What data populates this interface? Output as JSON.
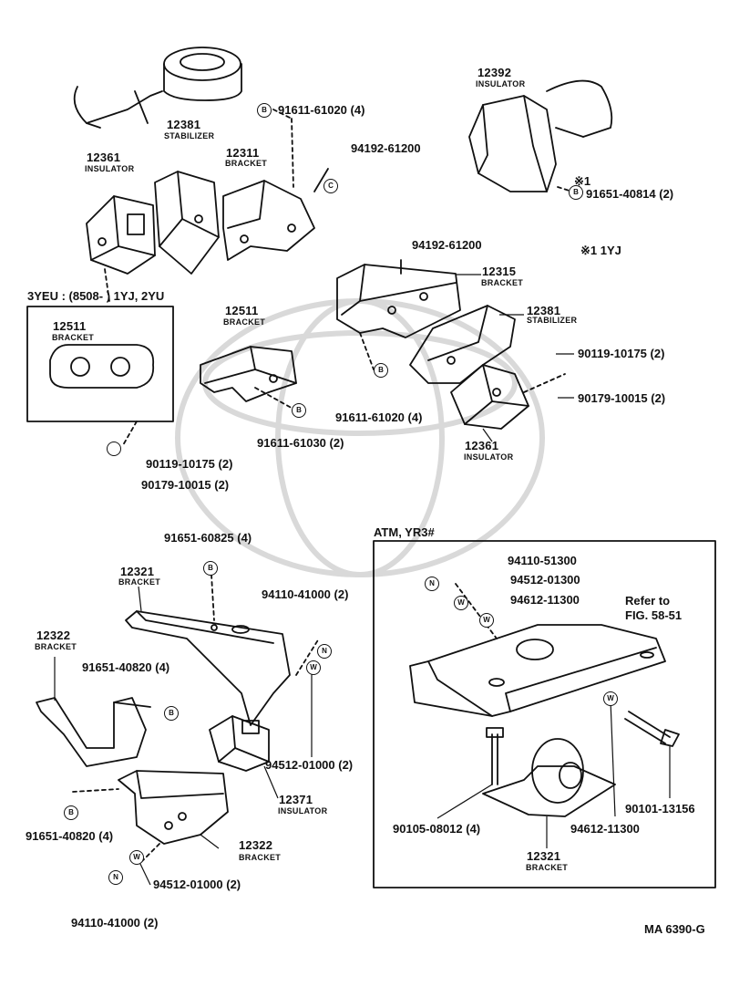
{
  "figure_code": "MA 6390-G",
  "watermark": "Toyota emblem watermark",
  "sections": {
    "variant_box": "3YEU : (8508-       ) 1YJ, 2YU",
    "star_note": "※1",
    "engine_1yj": "※1 1YJ",
    "atm_box": "ATM, YR3#",
    "refer_to": [
      "Refer to",
      "FIG. 58-51"
    ]
  },
  "parts": {
    "p12392": {
      "num": "12392",
      "name": "INSULATOR"
    },
    "p12381a": {
      "num": "12381",
      "name": "STABILIZER"
    },
    "p12311": {
      "num": "12311",
      "name": "BRACKET"
    },
    "p12361a": {
      "num": "12361",
      "name": "INSULATOR"
    },
    "p12511a": {
      "num": "12511",
      "name": "BRACKET"
    },
    "p12511b": {
      "num": "12511",
      "name": "BRACKET"
    },
    "p12315": {
      "num": "12315",
      "name": "BRACKET"
    },
    "p12381b": {
      "num": "12381",
      "name": "STABILIZER"
    },
    "p12361b": {
      "num": "12361",
      "name": "INSULATOR"
    },
    "p12321a": {
      "num": "12321",
      "name": "BRACKET"
    },
    "p12322a": {
      "num": "12322",
      "name": "BRACKET"
    },
    "p12371": {
      "num": "12371",
      "name": "INSULATOR"
    },
    "p12322b": {
      "num": "12322",
      "name": "BRACKET"
    },
    "p12321b": {
      "num": "12321",
      "name": "BRACKET"
    }
  },
  "part_numbers": {
    "a": "91611-61020 (4)",
    "b": "94192-61200",
    "c": "91651-40814 (2)",
    "d": "94192-61200",
    "e": "90119-10175 (2)",
    "f": "90179-10015 (2)",
    "g": "91611-61020 (4)",
    "h": "91611-61030 (2)",
    "i": "90119-10175 (2)",
    "j": "90179-10015 (2)",
    "k": "91651-60825 (4)",
    "l": "94110-41000 (2)",
    "m": "91651-40820 (4)",
    "n": "94512-01000 (2)",
    "o": "91651-40820 (4)",
    "p": "94512-01000 (2)",
    "q": "94110-41000 (2)",
    "r": "94110-51300",
    "s": "94512-01300",
    "t": "94612-11300",
    "u": "90105-08012 (4)",
    "v": "94612-11300",
    "w": "90101-13156"
  }
}
